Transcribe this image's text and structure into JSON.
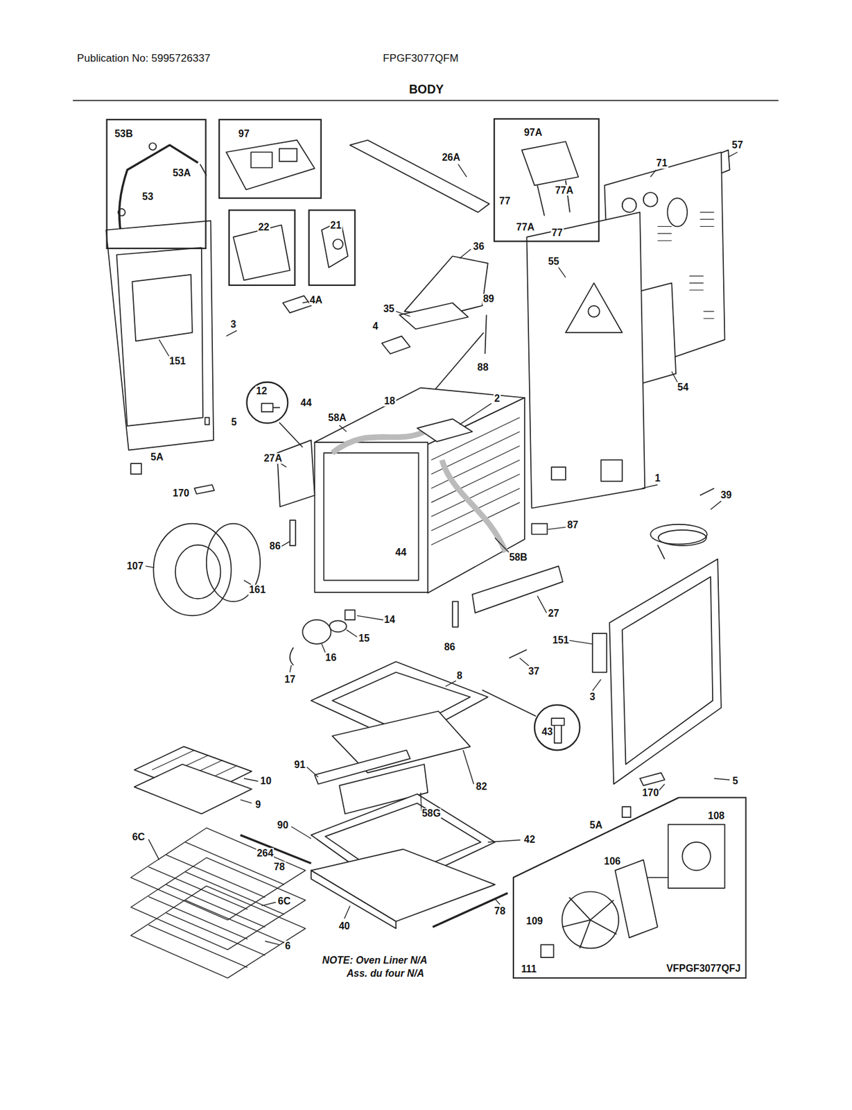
{
  "diagram": {
    "title": "BODY",
    "nodes": [
      {
        "text": [
          "53B",
          "53A",
          "53"
        ]
      },
      {
        "text": [
          "97"
        ]
      },
      {
        "text": [
          "22"
        ]
      },
      {
        "text": [
          "21"
        ]
      },
      {
        "text": [
          "97A",
          "77",
          "77A",
          "77A",
          "77"
        ]
      },
      {
        "text": [
          "12"
        ]
      },
      {
        "text": [
          "43"
        ]
      },
      {
        "text": [
          "108",
          "106",
          "109",
          "111",
          "VFPGF3077QFJ"
        ]
      }
    ],
    "labels": [
      "Publication No: 5995726337",
      "FPGF3077QFM",
      "26A",
      "57",
      "71",
      "36",
      "55",
      "4A",
      "35",
      "89",
      "4",
      "88",
      "3",
      "151",
      "54",
      "18",
      "58A",
      "2",
      "44",
      "5",
      "5A",
      "27A",
      "1",
      "39",
      "170",
      "86",
      "87",
      "58B",
      "107",
      "161",
      "44",
      "14",
      "27",
      "15",
      "151",
      "86",
      "16",
      "37",
      "17",
      "8",
      "3",
      "10",
      "91",
      "82",
      "9",
      "58G",
      "170",
      "5",
      "6C",
      "90",
      "42",
      "5A",
      "264",
      "78",
      "6C",
      "78",
      "40",
      "6",
      "NOTE: Oven Liner N/A",
      "Ass. du four N/A"
    ]
  }
}
